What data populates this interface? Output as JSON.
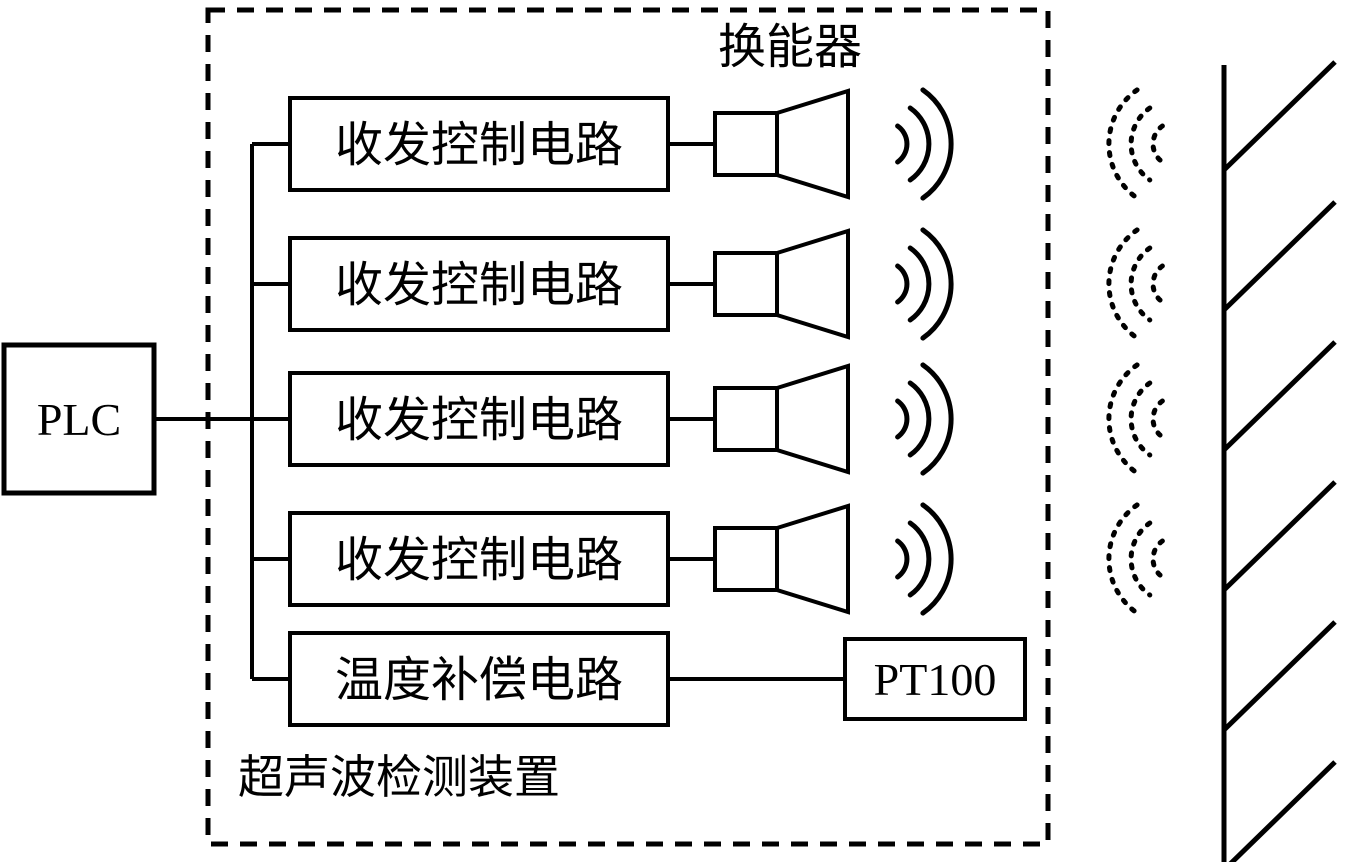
{
  "plc": {
    "label": "PLC"
  },
  "device": {
    "label": "超声波检测装置",
    "transducer_label": "换能器",
    "control_circuits": [
      {
        "label": "收发控制电路"
      },
      {
        "label": "收发控制电路"
      },
      {
        "label": "收发控制电路"
      },
      {
        "label": "收发控制电路"
      }
    ],
    "temp_circuit": {
      "label": "温度补偿电路"
    },
    "sensor": {
      "label": "PT100"
    }
  },
  "colors": {
    "line": "#000000",
    "background": "#ffffff"
  }
}
